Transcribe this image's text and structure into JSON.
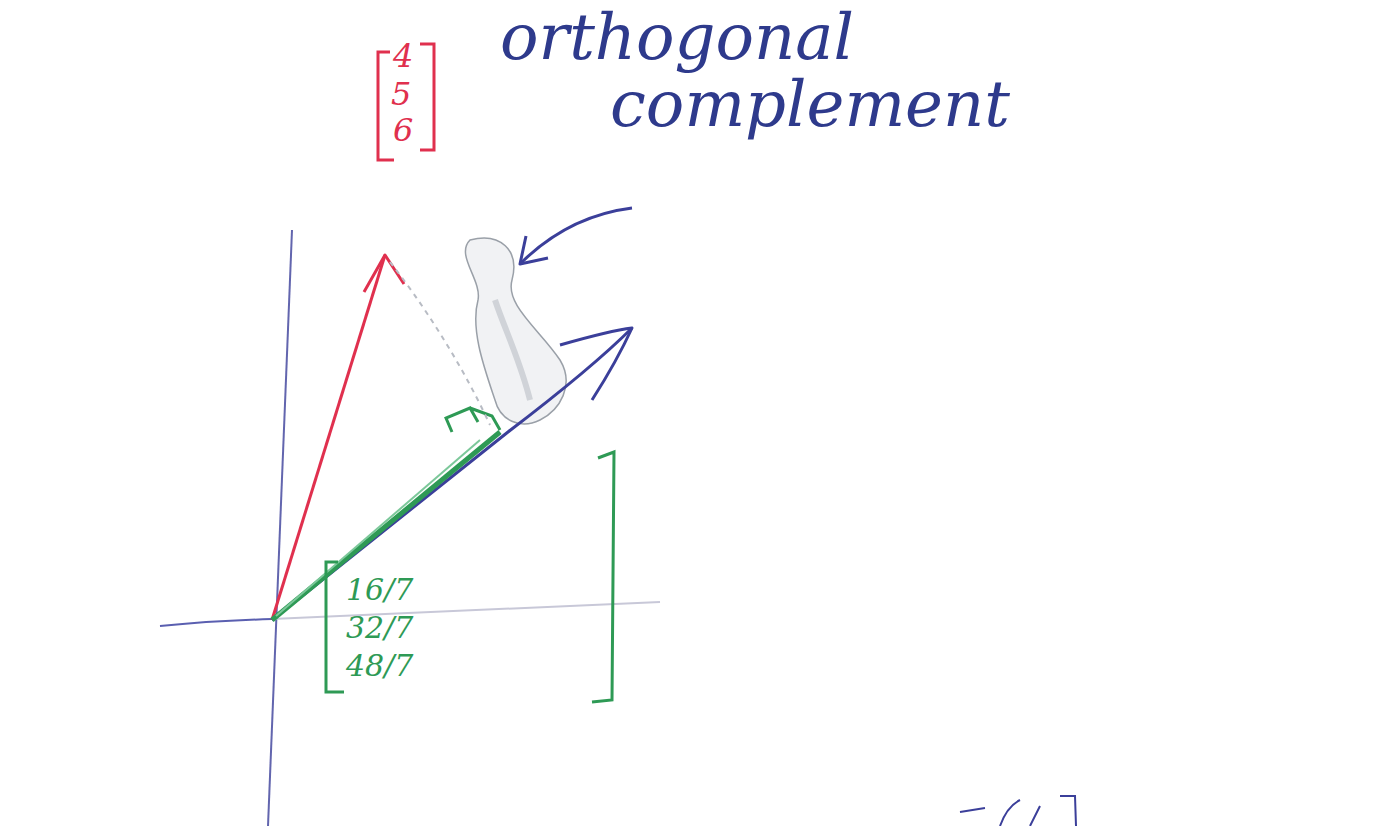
{
  "diagram": {
    "labels": [
      "4",
      "5",
      "6",
      "orthogonal complement",
      "16/7",
      "32/7",
      "48/7"
    ]
  }
}
